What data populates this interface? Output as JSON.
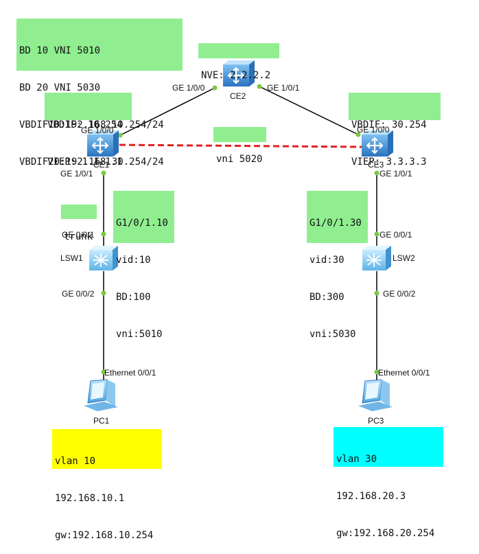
{
  "boxes": {
    "bd_config": [
      "BD 10 VNI 5010",
      "BD 20 VNI 5030",
      "VBDIF10:192.168.10.254/24",
      "VBDIF20:192.168.30.254/24"
    ],
    "nve": "NVE: 2.2.2.2",
    "ce1_info": [
      "VBDIF: 10.254",
      "VIEP: 1.1.1.1"
    ],
    "ce3_info": [
      "VBDIF: 30.254",
      "VIEP: 3.3.3.3"
    ],
    "vni_tunnel": "vni 5020",
    "trunk": "trunk",
    "sub_left": [
      "G1/0/1.10",
      "vid:10",
      "BD:100",
      "vni:5010"
    ],
    "sub_right": [
      "G1/0/1.30",
      "vid:30",
      "BD:300",
      "vni:5030"
    ],
    "pc1_info": [
      "vlan 10",
      "192.168.10.1",
      "gw:192.168.10.254"
    ],
    "pc3_info": [
      "vlan 30",
      "192.168.20.3",
      "gw:192.168.20.254"
    ]
  },
  "devices": {
    "ce1": "CE1",
    "ce2": "CE2",
    "ce3": "CE3",
    "lsw1": "LSW1",
    "lsw2": "LSW2",
    "pc1": "PC1",
    "pc3": "PC3"
  },
  "ports": {
    "ce2_left": "GE 1/0/0",
    "ce2_right": "GE 1/0/1",
    "ce1_up": "GE 1/0/0",
    "ce1_down": "GE 1/0/1",
    "ce3_up": "GE 1/0/0",
    "ce3_down": "GE 1/0/1",
    "lsw1_up": "GE 0/0/1",
    "lsw1_down": "GE 0/0/2",
    "lsw2_up": "GE 0/0/1",
    "lsw2_down": "GE 0/0/2",
    "pc1_port": "Ethernet 0/0/1",
    "pc3_port": "Ethernet 0/0/1"
  },
  "colors": {
    "note_green": "#90ee90",
    "pc1_note": "#ffff00",
    "pc3_note": "#00ffff",
    "tunnel": "#e02020",
    "port_dot": "#7ac943",
    "router_blue": "#3a8fd6"
  }
}
